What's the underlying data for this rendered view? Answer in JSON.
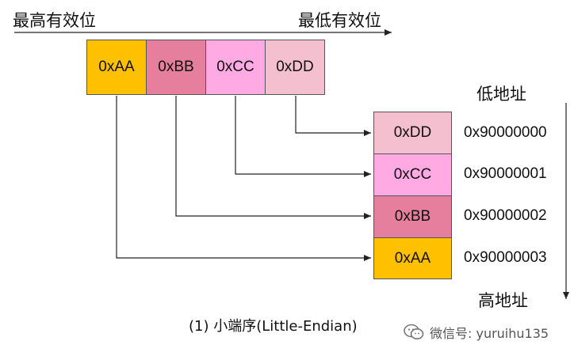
{
  "labels": {
    "msb": "最高有效位",
    "lsb": "最低有效位",
    "low_addr": "低地址",
    "high_addr": "高地址",
    "caption": "(1) 小端序(Little-Endian)",
    "watermark": "微信号: yuruihu135"
  },
  "register": [
    {
      "value": "0xAA",
      "color": "#FFC000"
    },
    {
      "value": "0xBB",
      "color": "#E67E9D"
    },
    {
      "value": "0xCC",
      "color": "#FFAAE3"
    },
    {
      "value": "0xDD",
      "color": "#F4BFCF"
    }
  ],
  "memory": [
    {
      "value": "0xDD",
      "address": "0x90000000",
      "color": "#F4BFCF"
    },
    {
      "value": "0xCC",
      "address": "0x90000001",
      "color": "#FFAAE3"
    },
    {
      "value": "0xBB",
      "address": "0x90000002",
      "color": "#E67E9D"
    },
    {
      "value": "0xAA",
      "address": "0x90000003",
      "color": "#FFC000"
    }
  ],
  "icons": {
    "watermark": "wechat-icon"
  }
}
